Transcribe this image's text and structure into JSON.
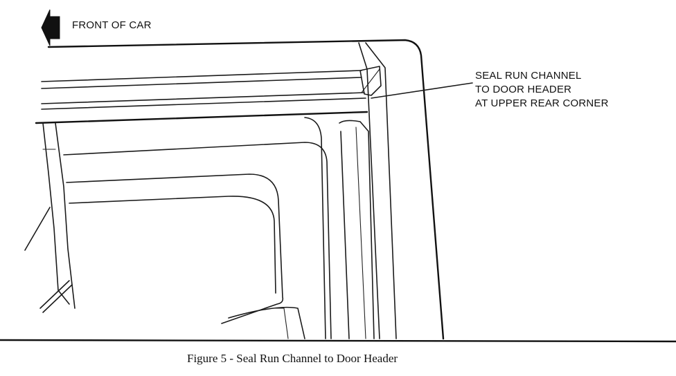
{
  "figure": {
    "direction_label": "FRONT OF CAR",
    "callout": {
      "line1": "SEAL RUN CHANNEL",
      "line2": "TO DOOR HEADER",
      "line3": "AT UPPER REAR CORNER"
    },
    "caption": "Figure 5 - Seal Run Channel to Door Header"
  }
}
